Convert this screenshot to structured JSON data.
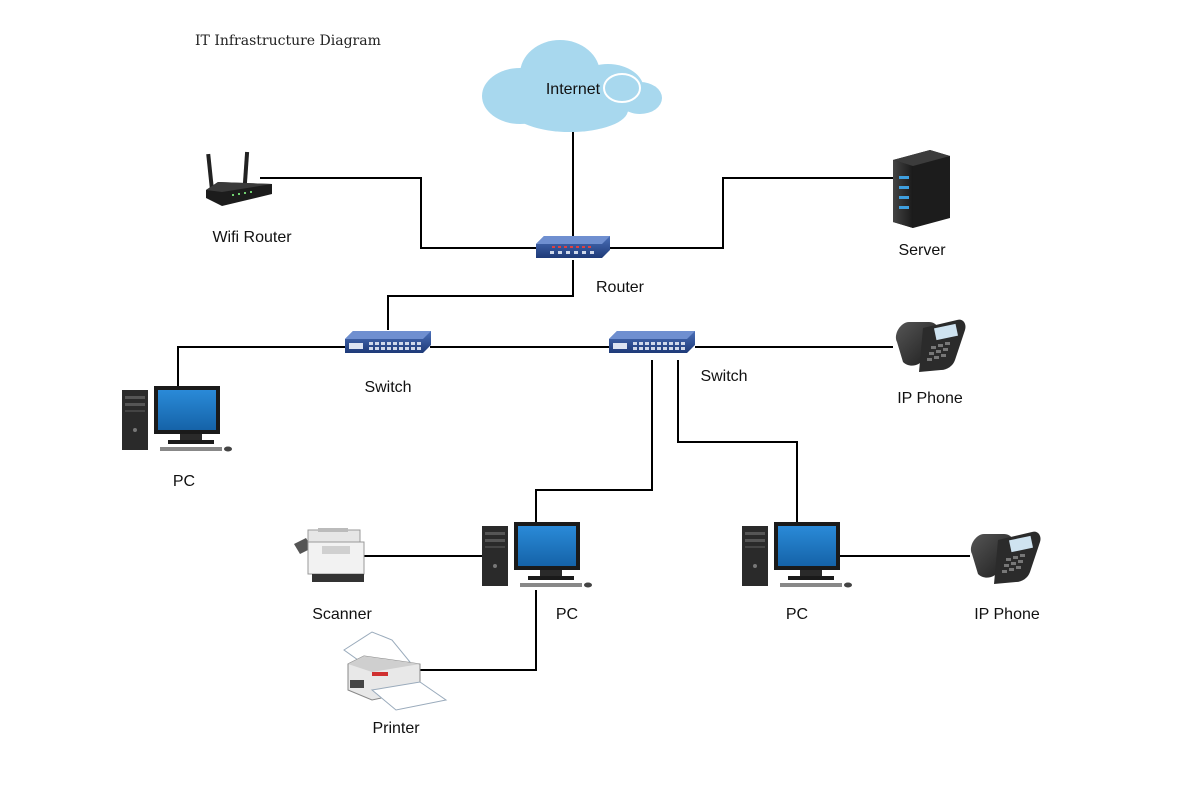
{
  "title": "IT Infrastructure Diagram",
  "nodes": {
    "internet": {
      "label": "Internet",
      "icon": "cloud-icon"
    },
    "wifi_router": {
      "label": "Wifi Router",
      "icon": "wifi-router-icon"
    },
    "router": {
      "label": "Router",
      "icon": "router-icon"
    },
    "server": {
      "label": "Server",
      "icon": "server-icon"
    },
    "switch_left": {
      "label": "Switch",
      "icon": "switch-icon"
    },
    "switch_right": {
      "label": "Switch",
      "icon": "switch-icon"
    },
    "pc_left": {
      "label": "PC",
      "icon": "desktop-pc-icon"
    },
    "ip_phone_top": {
      "label": "IP Phone",
      "icon": "ip-phone-icon"
    },
    "scanner": {
      "label": "Scanner",
      "icon": "scanner-icon"
    },
    "pc_middle": {
      "label": "PC",
      "icon": "desktop-pc-icon"
    },
    "pc_right": {
      "label": "PC",
      "icon": "desktop-pc-icon"
    },
    "ip_phone_bottom": {
      "label": "IP Phone",
      "icon": "ip-phone-icon"
    },
    "printer": {
      "label": "Printer",
      "icon": "printer-icon"
    }
  },
  "colors": {
    "cloud": "#a8d8ee",
    "network_device": "#2a4a8a",
    "monitor_screen": "#1f78c8",
    "dark_device": "#222222",
    "wire": "#000000"
  }
}
